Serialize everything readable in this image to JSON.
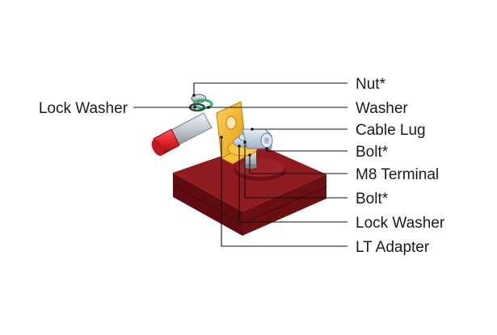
{
  "diagram": {
    "labels": {
      "left_lock_washer": "Lock Washer",
      "nut": "Nut*",
      "washer": "Washer",
      "cable_lug": "Cable Lug",
      "bolt_1": "Bolt*",
      "m8_terminal": "M8 Terminal",
      "bolt_2": "Bolt*",
      "lock_washer": "Lock Washer",
      "lt_adapter": "LT Adapter"
    },
    "colors": {
      "battery_body": "#7a1218",
      "battery_top": "#8f1a20",
      "adapter_plate": "#f2b21b",
      "cable_insulation": "#e0232b",
      "washer_green": "#27b36a",
      "metal": "#c9ced6",
      "leader_line": "#111111"
    }
  }
}
